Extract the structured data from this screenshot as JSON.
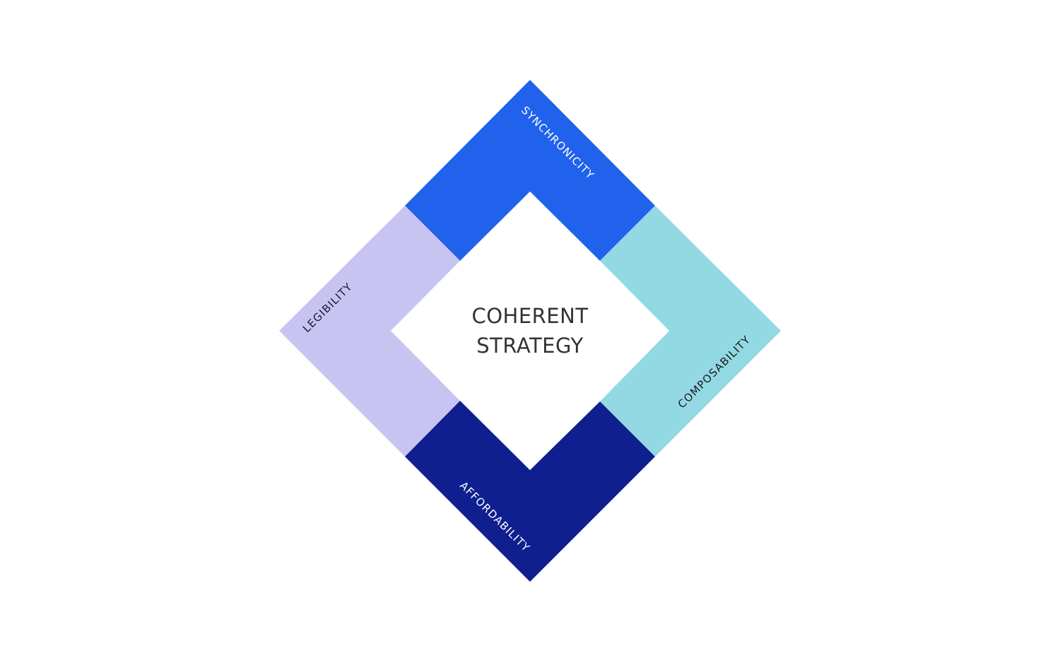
{
  "diagram": {
    "type": "diamond-framework",
    "center": {
      "line1": "COHERENT",
      "line2": "STRATEGY",
      "text_color": "#333333"
    },
    "segments": [
      {
        "id": "top",
        "label": "SYNCHRONICITY",
        "fill": "#2062EC",
        "text_color": "#FFFFFF"
      },
      {
        "id": "left",
        "label": "LEGIBILITY",
        "fill": "#C8C4F2",
        "text_color": "#1A1A2E"
      },
      {
        "id": "right",
        "label": "COMPOSABILITY",
        "fill": "#93D9E3",
        "text_color": "#1A1A1A"
      },
      {
        "id": "bottom",
        "label": "AFFORDABILITY",
        "fill": "#0F1F8F",
        "text_color": "#FFFFFF"
      }
    ],
    "background": "#FFFFFF"
  }
}
